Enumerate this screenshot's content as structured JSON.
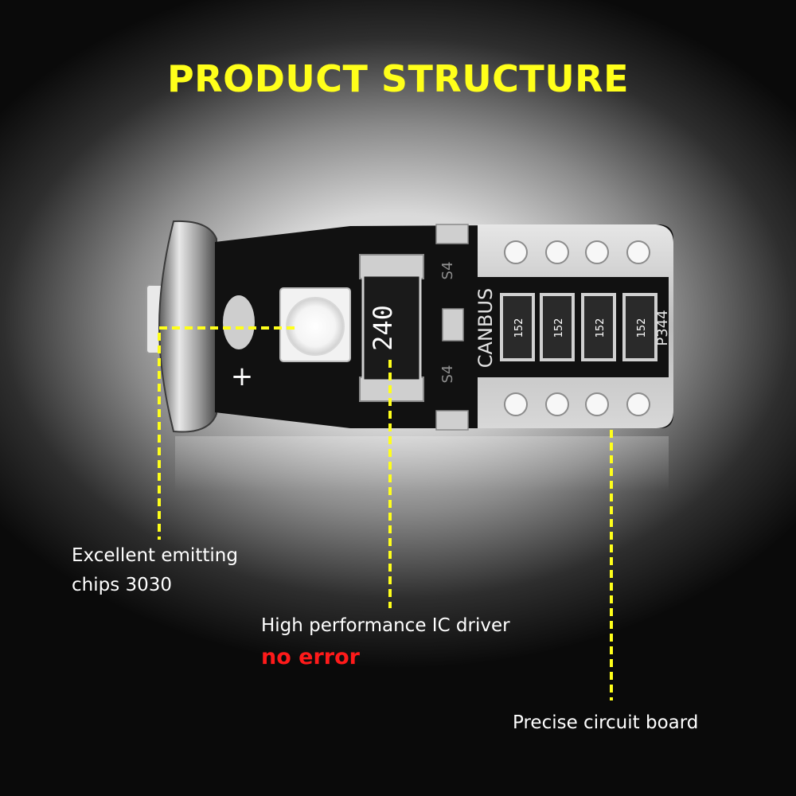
{
  "title": "PRODUCT STRUCTURE",
  "board": {
    "driver_marking": "240",
    "canbus_marking": "CANBUS",
    "model_marking": "P344",
    "s4_marking": "S4",
    "resistor_marking": "152",
    "plus_sign": "+"
  },
  "callouts": {
    "chips": {
      "line1": "Excellent emitting",
      "line2": "chips 3030"
    },
    "driver": {
      "text": "High performance IC driver",
      "highlight": "no error"
    },
    "board": {
      "text": "Precise circuit board"
    }
  },
  "colors": {
    "accent_yellow": "#ffff1a",
    "highlight_red": "#ff1a1a",
    "board_black": "#111111",
    "contact_silver": "#c8c8c8"
  }
}
